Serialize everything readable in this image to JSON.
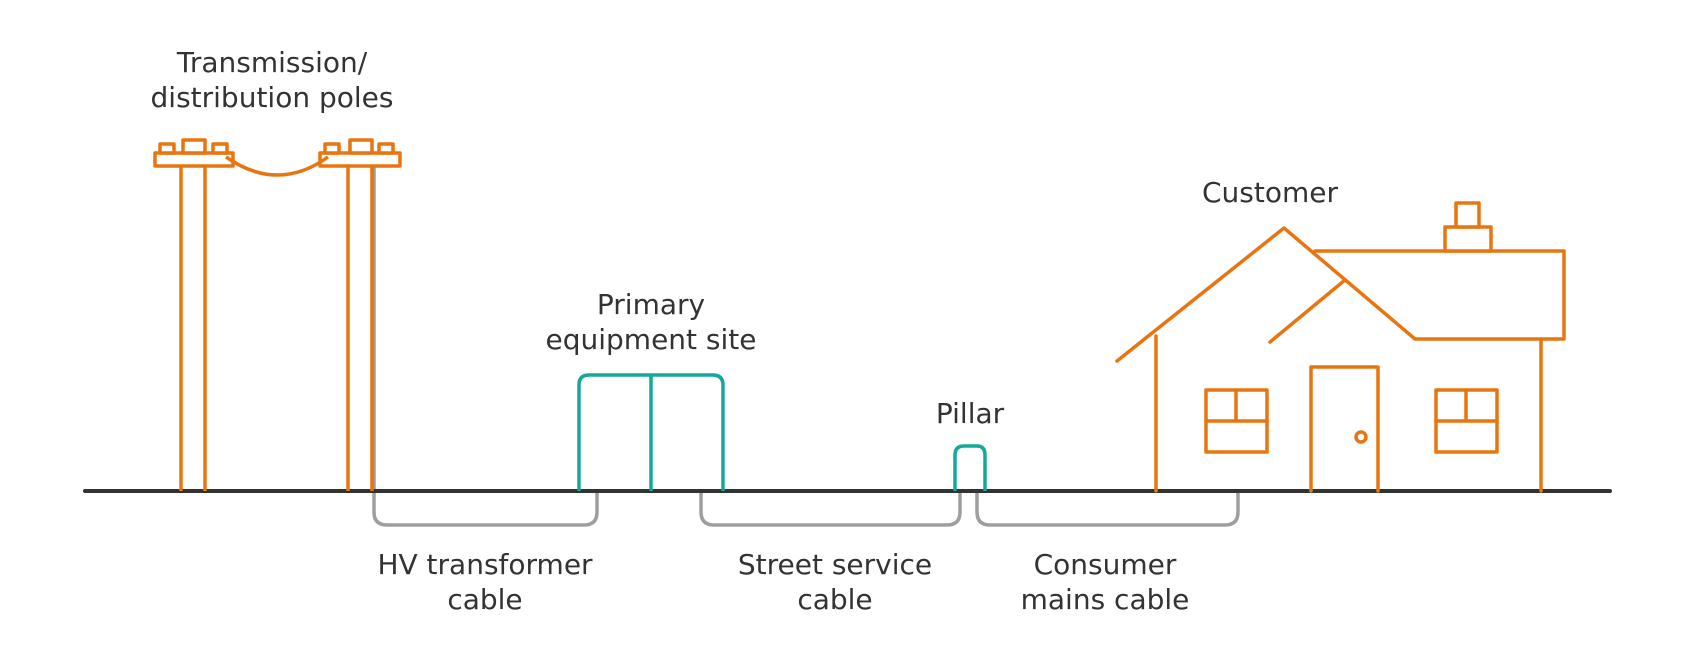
{
  "colors": {
    "ground": "#333333",
    "overhead": "#E8750F",
    "equipment": "#14A89A",
    "cable": "#9E9E9E",
    "text": "#333333"
  },
  "labels": {
    "poles": [
      "Transmission/",
      "distribution poles"
    ],
    "primary": [
      "Primary",
      "equipment site"
    ],
    "pillar": "Pillar",
    "customer": "Customer",
    "hv_cable": [
      "HV transformer",
      "cable"
    ],
    "street_cable": [
      "Street service",
      "cable"
    ],
    "consumer_cable": [
      "Consumer",
      "mains cable"
    ]
  }
}
